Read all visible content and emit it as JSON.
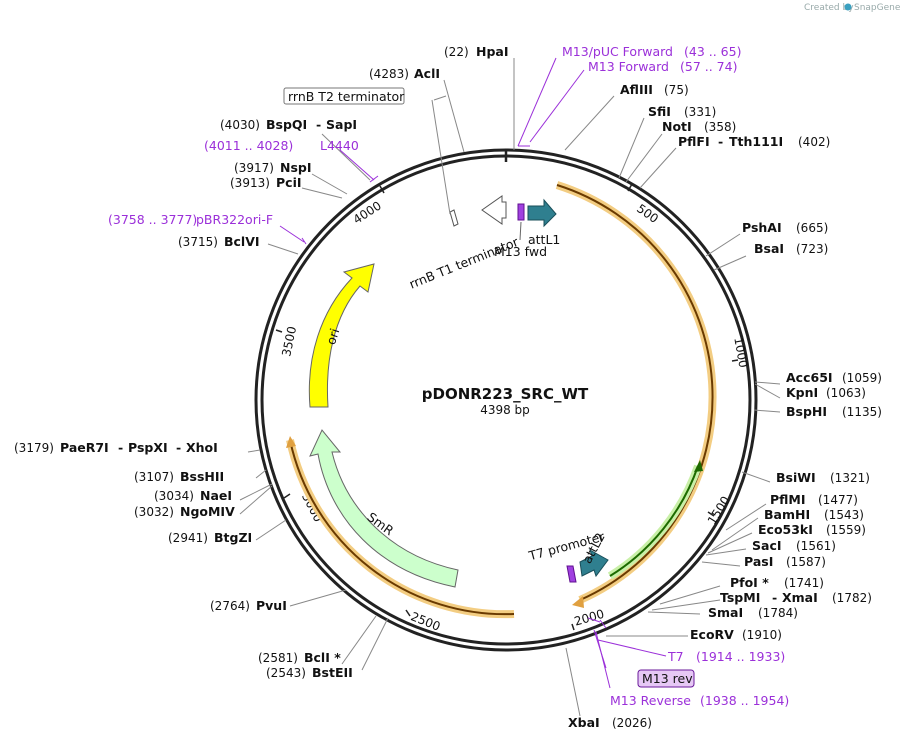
{
  "watermark": "Created by",
  "brand": "SnapGene",
  "plasmid": {
    "name": "pDONR223_SRC_WT",
    "length": "4398 bp"
  },
  "colors": {
    "primer": "#9b30d9",
    "orf": "#e0a040",
    "ori": "#ffff00",
    "smr": "#ccffcc",
    "att": "#2f7f8f",
    "backbone": "#222222"
  },
  "ticks": [
    "500",
    "1000",
    "1500",
    "2000",
    "2500",
    "3000",
    "3500",
    "4000"
  ],
  "enzymes": [
    {
      "id": "hpai",
      "name": "HpaI",
      "pos": "(22)"
    },
    {
      "id": "acli",
      "name": "AclI",
      "pos": "(4283)"
    },
    {
      "id": "aflIII",
      "name": "AflIII",
      "pos": "(75)"
    },
    {
      "id": "sfii",
      "name": "SfiI",
      "pos": "(331)"
    },
    {
      "id": "noti",
      "name": "NotI",
      "pos": "(358)"
    },
    {
      "id": "pflfi",
      "name": "PflFI",
      "sep": "-",
      "name2": "Tth111I",
      "pos": "(402)"
    },
    {
      "id": "bspqi",
      "name": "BspQI",
      "sep": "-",
      "name2": "SapI",
      "pos": "(4030)"
    },
    {
      "id": "nspi",
      "name": "NspI",
      "pos": "(3917)"
    },
    {
      "id": "pcii",
      "name": "PciI",
      "pos": "(3913)"
    },
    {
      "id": "bclvi",
      "name": "BclVI",
      "pos": "(3715)"
    },
    {
      "id": "pshai",
      "name": "PshAI",
      "pos": "(665)"
    },
    {
      "id": "bsai",
      "name": "BsaI",
      "pos": "(723)"
    },
    {
      "id": "acc65i",
      "name": "Acc65I",
      "pos": "(1059)"
    },
    {
      "id": "kpni",
      "name": "KpnI",
      "pos": "(1063)"
    },
    {
      "id": "bsphi",
      "name": "BspHI",
      "pos": "(1135)"
    },
    {
      "id": "paer7i",
      "name": "PaeR7I",
      "sep": "-",
      "name2": "PspXI",
      "sep2": "-",
      "name3": "XhoI",
      "pos": "(3179)"
    },
    {
      "id": "bsshii",
      "name": "BssHII",
      "pos": "(3107)"
    },
    {
      "id": "naei",
      "name": "NaeI",
      "pos": "(3034)"
    },
    {
      "id": "ngomiv",
      "name": "NgoMIV",
      "pos": "(3032)"
    },
    {
      "id": "bsiwi",
      "name": "BsiWI",
      "pos": "(1321)"
    },
    {
      "id": "pflmi",
      "name": "PflMI",
      "pos": "(1477)"
    },
    {
      "id": "bamhi",
      "name": "BamHI",
      "pos": "(1543)"
    },
    {
      "id": "eco53ki",
      "name": "Eco53kI",
      "pos": "(1559)"
    },
    {
      "id": "saci",
      "name": "SacI",
      "pos": "(1561)"
    },
    {
      "id": "pasi",
      "name": "PasI",
      "pos": "(1587)"
    },
    {
      "id": "bgtzi",
      "name": "BtgZI",
      "pos": "(2941)"
    },
    {
      "id": "pfoi",
      "name": "PfoI *",
      "pos": "(1741)"
    },
    {
      "id": "tspmi",
      "name": "TspMI",
      "sep": "-",
      "name2": "XmaI",
      "pos": "(1782)"
    },
    {
      "id": "smai",
      "name": "SmaI",
      "pos": "(1784)"
    },
    {
      "id": "pvui",
      "name": "PvuI",
      "pos": "(2764)"
    },
    {
      "id": "ecorv",
      "name": "EcoRV",
      "pos": "(1910)"
    },
    {
      "id": "bcli",
      "name": "BclI *",
      "pos": "(2581)"
    },
    {
      "id": "bsteii",
      "name": "BstEII",
      "pos": "(2543)"
    },
    {
      "id": "xbai",
      "name": "XbaI",
      "pos": "(2026)"
    }
  ],
  "primers": [
    {
      "id": "m13puc",
      "name": "M13/pUC Forward",
      "range": "(43 .. 65)"
    },
    {
      "id": "m13f",
      "name": "M13 Forward",
      "range": "(57 .. 74)"
    },
    {
      "id": "l4440",
      "name": "L4440",
      "range": "(4011 .. 4028)"
    },
    {
      "id": "pbr",
      "name": "pBR322ori-F",
      "range": "(3758 .. 3777)"
    },
    {
      "id": "t7",
      "name": "T7",
      "range": "(1914 .. 1933)"
    },
    {
      "id": "m13rev",
      "name": "M13 rev"
    },
    {
      "id": "m13r",
      "name": "M13 Reverse",
      "range": "(1938 .. 1954)"
    }
  ],
  "features": {
    "rrnb_t2": "rrnB T2 terminator",
    "rrnb_t1": "rrnB T1 terminator",
    "attl1": "attL1",
    "m13fwd": "M13 fwd",
    "attl2": "attL2",
    "t7promoter": "T7 promoter",
    "ori": "ori",
    "smr": "SmR"
  }
}
